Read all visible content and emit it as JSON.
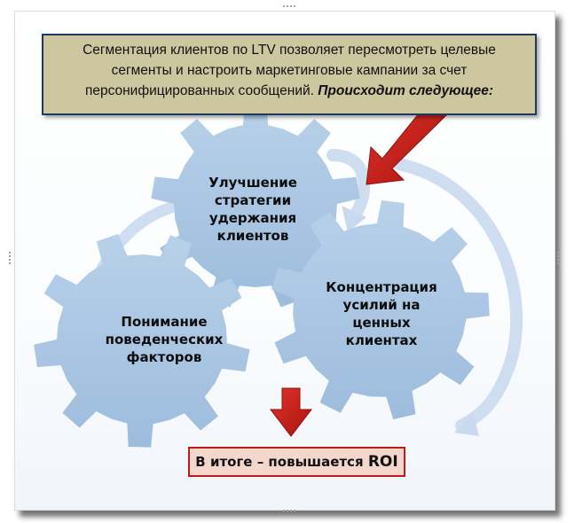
{
  "header": {
    "text_main": "Сегментация клиентов по LTV позволяет пересмотреть целевые сегменты и настроить маркетинговые кампании за счет персонифицированных сообщений. ",
    "text_emphasis": "Происходит следующее:"
  },
  "gears": {
    "retention": "Улучшение стратегии удержания клиентов",
    "concentration": "Концентрация усилий на ценных клиентах",
    "behavior": "Понимание поведенческих факторов"
  },
  "result": {
    "prefix": "В итоге – повышается ",
    "suffix": "ROI"
  },
  "colors": {
    "gear": "#a9c6e4",
    "arrow_light": "#c7d8ec",
    "red_arrow": "#c8201b",
    "header_bg": "#cdc7a0",
    "result_bg": "#f4d7cc"
  }
}
